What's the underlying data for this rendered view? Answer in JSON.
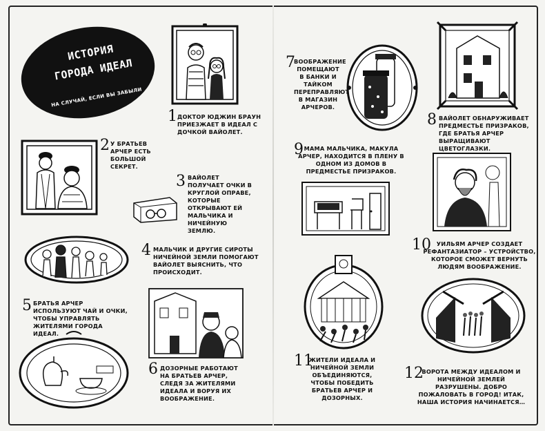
{
  "title": {
    "main": "ИСТОРИЯ\nГОРОДА ИДЕАЛ",
    "sub": "НА СЛУЧАЙ, ЕСЛИ ВЫ ЗАБЫЛИ"
  },
  "items": [
    {
      "num": "1",
      "text": "ДОКТОР ЮДЖИН БРАУН ПРИЕЗЖАЕТ В ИДЕАЛ С ДОЧКОЙ ВАЙОЛЕТ."
    },
    {
      "num": "2",
      "text": "У БРАТЬЕВ АРЧЕР ЕСТЬ БОЛЬШОЙ СЕКРЕТ."
    },
    {
      "num": "3",
      "text": "ВАЙОЛЕТ ПОЛУЧАЕТ ОЧКИ В КРУГЛОЙ ОПРАВЕ, КОТОРЫЕ ОТКРЫВАЮТ ЕЙ МАЛЬЧИКА И НИЧЕЙНУЮ ЗЕМЛЮ."
    },
    {
      "num": "4",
      "text": "МАЛЬЧИК И ДРУГИЕ СИРОТЫ НИЧЕЙНОЙ ЗЕМЛИ ПОМОГАЮТ ВАЙОЛЕТ ВЫЯСНИТЬ, ЧТО ПРОИСХОДИТ."
    },
    {
      "num": "5",
      "text": "БРАТЬЯ АРЧЕР ИСПОЛЬЗУЮТ ЧАЙ И ОЧКИ, ЧТОБЫ УПРАВЛЯТЬ ЖИТЕЛЯМИ ГОРОДА ИДЕАЛ."
    },
    {
      "num": "6",
      "text": "ДОЗОРНЫЕ РАБОТАЮТ НА БРАТЬЕВ АРЧЕР, СЛЕДЯ ЗА ЖИТЕЛЯМИ ИДЕАЛА И ВОРУЯ ИХ ВООБРАЖЕНИЕ."
    },
    {
      "num": "7",
      "text": "ВООБРАЖЕНИЕ ПОМЕЩАЮТ В БАНКИ И ТАЙКОМ ПЕРЕПРАВЛЯЮТ В МАГАЗИН АРЧЕРОВ."
    },
    {
      "num": "8",
      "text": "ВАЙОЛЕТ ОБНАРУЖИВАЕТ ПРЕДМЕСТЬЕ ПРИЗРАКОВ, ГДЕ БРАТЬЯ АРЧЕР ВЫРАЩИВАЮТ ЦВЕТОГЛАЗКИ."
    },
    {
      "num": "9",
      "text": "МАМА МАЛЬЧИКА, МАКУЛА АРЧЕР, НАХОДИТСЯ В ПЛЕНУ В ОДНОМ ИЗ ДОМОВ В ПРЕДМЕСТЬЕ ПРИЗРАКОВ."
    },
    {
      "num": "10",
      "text": "УИЛЬЯМ АРЧЕР СОЗДАЕТ РЕФАНТАЗИАТОР – УСТРОЙСТВО, КОТОРОЕ СМОЖЕТ ВЕРНУТЬ ЛЮДЯМ ВООБРАЖЕНИЕ."
    },
    {
      "num": "11",
      "text": "ЖИТЕЛИ ИДЕАЛА И НИЧЕЙНОЙ ЗЕМЛИ ОБЪЕДИНЯЮТСЯ, ЧТОБЫ ПОБЕДИТЬ БРАТЬЕВ АРЧЕР И ДОЗОРНЫХ."
    },
    {
      "num": "12",
      "text": "ВОРОТА МЕЖДУ ИДЕАЛОМ И НИЧЕЙНОЙ ЗЕМЛЕЙ РАЗРУШЕНЫ. ДОБРО ПОЖАЛОВАТЬ В ГОРОД! ИТАК, НАША ИСТОРИЯ НАЧИНАЕТСЯ…"
    }
  ],
  "palette": {
    "ink": "#111111",
    "paper": "#f4f4f1"
  }
}
